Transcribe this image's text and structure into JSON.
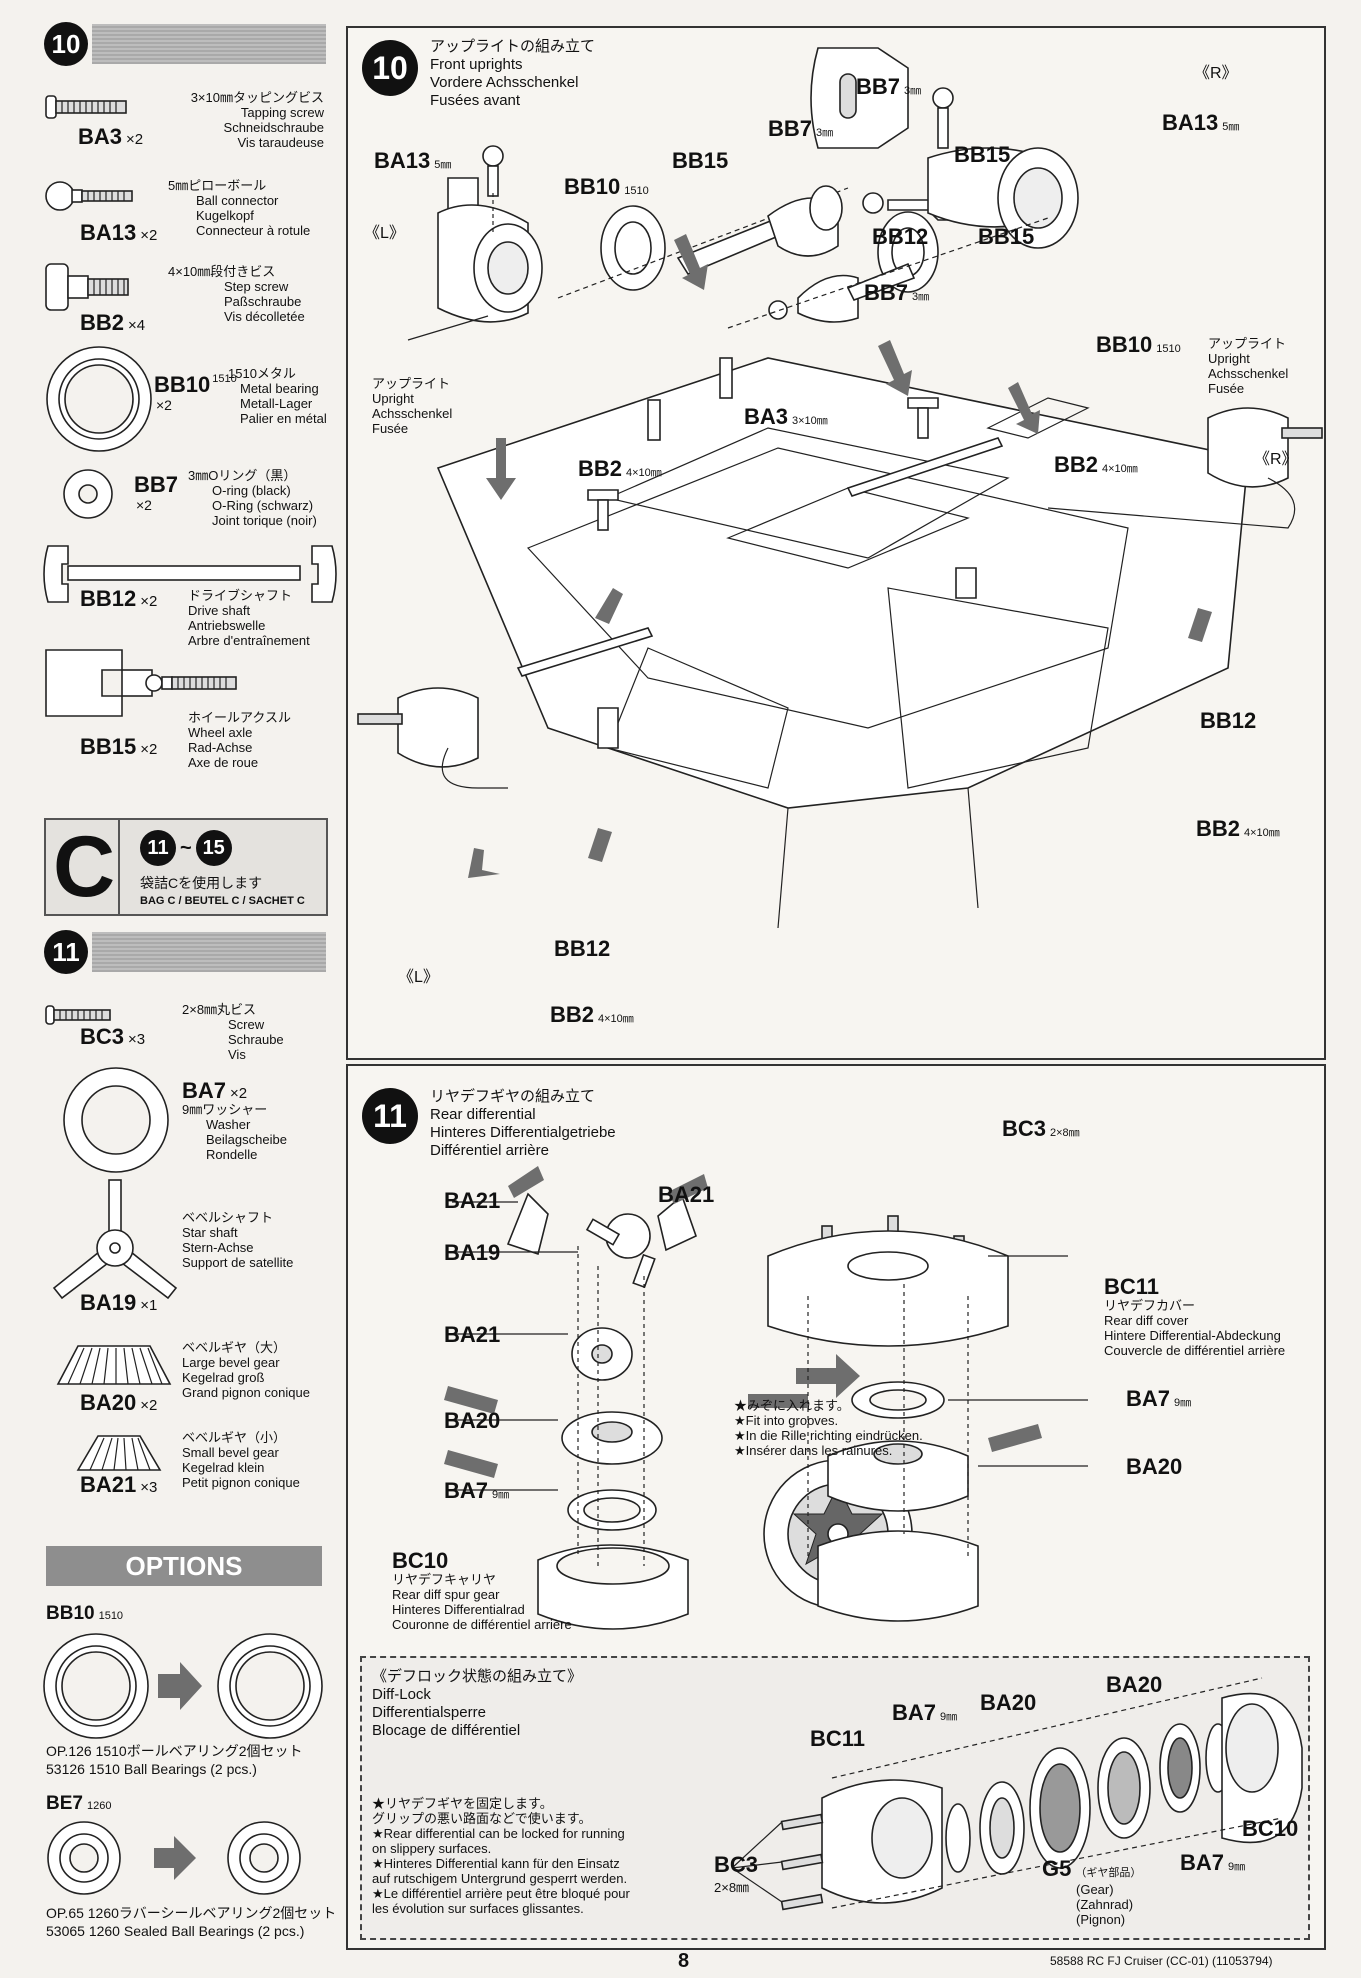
{
  "left": {
    "step10_num": "10",
    "step11_num": "11",
    "parts10": [
      {
        "code": "BA3",
        "count": "×2",
        "desc": [
          "3×10㎜タッピングビス",
          "Tapping screw",
          "Schneidschraube",
          "Vis taraudeuse"
        ]
      },
      {
        "code": "BA13",
        "count": "×2",
        "desc": [
          "5㎜ピローボール",
          "Ball connector",
          "Kugelkopf",
          "Connecteur à rotule"
        ]
      },
      {
        "code": "BB2",
        "count": "×4",
        "desc": [
          "4×10㎜段付きビス",
          "Step screw",
          "Paßschraube",
          "Vis décolletée"
        ]
      },
      {
        "code": "BB10",
        "code_sup": "1510",
        "count": "×2",
        "desc": [
          "1510メタル",
          "Metal bearing",
          "Metall-Lager",
          "Palier en métal"
        ]
      },
      {
        "code": "BB7",
        "count": "×2",
        "desc": [
          "3㎜Oリング（黒）",
          "O-ring (black)",
          "O-Ring (schwarz)",
          "Joint torique (noir)"
        ]
      },
      {
        "code": "BB12",
        "count": "×2",
        "desc": [
          "ドライブシャフト",
          "Drive shaft",
          "Antriebswelle",
          "Arbre d'entraînement"
        ]
      },
      {
        "code": "BB15",
        "count": "×2",
        "desc": [
          "ホイールアクスル",
          "Wheel axle",
          "Rad-Achse",
          "Axe de roue"
        ]
      }
    ],
    "bag": {
      "letter": "C",
      "range_from": "11",
      "range_sep": "~",
      "range_to": "15",
      "jp": "袋詰Cを使用します",
      "en": "BAG C / BEUTEL C / SACHET C"
    },
    "parts11": [
      {
        "code": "BC3",
        "count": "×3",
        "desc": [
          "2×8㎜丸ビス",
          "Screw",
          "Schraube",
          "Vis"
        ]
      },
      {
        "code": "BA7",
        "count": "×2",
        "desc": [
          "9㎜ワッシャー",
          "Washer",
          "Beilagscheibe",
          "Rondelle"
        ]
      },
      {
        "code": "BA19",
        "count": "×1",
        "desc": [
          "ベベルシャフト",
          "Star shaft",
          "Stern-Achse",
          "Support de satellite"
        ]
      },
      {
        "code": "BA20",
        "count": "×2",
        "desc": [
          "ベベルギヤ（大）",
          "Large bevel gear",
          "Kegelrad groß",
          "Grand pignon conique"
        ]
      },
      {
        "code": "BA21",
        "count": "×3",
        "desc": [
          "ベベルギヤ（小）",
          "Small bevel gear",
          "Kegelrad klein",
          "Petit pignon conique"
        ]
      }
    ],
    "options": {
      "title": "OPTIONS",
      "items": [
        {
          "code": "BB10",
          "code_sub": "1510",
          "jp": "OP.126 1510ボールベアリング2個セット",
          "en": "53126 1510 Ball Bearings (2 pcs.)"
        },
        {
          "code": "BE7",
          "code_sub": "1260",
          "jp": "OP.65 1260ラバーシールベアリング2個セット",
          "en": "53065 1260 Sealed Ball Bearings (2 pcs.)"
        }
      ]
    }
  },
  "step10": {
    "num": "10",
    "title": [
      "アップライトの組み立て",
      "Front uprights",
      "Vordere Achsschenkel",
      "Fusées avant"
    ],
    "L": "《L》",
    "R": "《R》",
    "upright_label": [
      "アップライト",
      "Upright",
      "Achsschenkel",
      "Fusée"
    ],
    "labels": {
      "BB7a": "BB7",
      "BB7a_s": "3㎜",
      "BB7b": "BB7",
      "BB7b_s": "3㎜",
      "BB7c": "BB7",
      "BB7c_s": "3㎜",
      "BB15a": "BB15",
      "BB15b": "BB15",
      "BB15c": "BB15",
      "BA13a": "BA13",
      "BA13a_s": "5㎜",
      "BA13b": "BA13",
      "BA13b_s": "5㎜",
      "BB10a": "BB10",
      "BB10a_s": "1510",
      "BB10b": "BB10",
      "BB10b_s": "1510",
      "BB12a": "BB12",
      "BB12b": "BB12",
      "BB12c": "BB12",
      "BA3": "BA3",
      "BA3_s": "3×10㎜",
      "BB2a": "BB2",
      "BB2a_s": "4×10㎜",
      "BB2b": "BB2",
      "BB2b_s": "4×10㎜",
      "BB2c": "BB2",
      "BB2c_s": "4×10㎜",
      "BB2d": "BB2",
      "BB2d_s": "4×10㎜"
    }
  },
  "step11": {
    "num": "11",
    "title": [
      "リヤデフギヤの組み立て",
      "Rear differential",
      "Hinteres Differentialgetriebe",
      "Différentiel arrière"
    ],
    "labels": {
      "BA21a": "BA21",
      "BA21b": "BA21",
      "BA21c": "BA21",
      "BA19": "BA19",
      "BA20a": "BA20",
      "BA20b": "BA20",
      "BA7a": "BA7",
      "BA7a_s": "9㎜",
      "BA7b": "BA7",
      "BA7b_s": "9㎜",
      "BC3": "BC3",
      "BC3_s": "2×8㎜",
      "BC11": "BC11"
    },
    "bc10": [
      "BC10",
      "リヤデフキャリヤ",
      "Rear diff spur gear",
      "Hinteres Differentialrad",
      "Couronne de différentiel arrière"
    ],
    "bc11": [
      "リヤデフカバー",
      "Rear diff cover",
      "Hintere Differential-Abdeckung",
      "Couvercle de différentiel arrière"
    ],
    "grooves": [
      "★みぞに入れます。",
      "★Fit into grooves.",
      "★In die Rille richting eindrücken.",
      "★Insérer dans les rainures."
    ]
  },
  "difflock": {
    "title": [
      "《デフロック状態の組み立て》",
      "Diff-Lock",
      "Differentialsperre",
      "Blocage de différentiel"
    ],
    "notes": [
      "★リヤデフギヤを固定します。",
      "グリップの悪い路面などで使います。",
      "★Rear differential can be locked for running",
      "on slippery surfaces.",
      "★Hinteres Differential kann für den Einsatz",
      "auf rutschigem Untergrund gesperrt werden.",
      "★Le différentiel arrière peut être bloqué pour",
      "les évolution sur surfaces glissantes."
    ],
    "labels": {
      "BA20a": "BA20",
      "BA20b": "BA20",
      "BA7a": "BA7",
      "BA7a_s": "9㎜",
      "BA7b": "BA7",
      "BA7b_s": "9㎜",
      "BC11": "BC11",
      "BC10": "BC10",
      "BC3": "BC3",
      "BC3_s": "2×8㎜",
      "G5": "G5",
      "G5_s": "（ギヤ部品）"
    },
    "g5_desc": [
      "(Gear)",
      "(Zahnrad)",
      "(Pignon)"
    ]
  },
  "footer": {
    "page": "8",
    "ref": "58588 RC FJ Cruiser (CC-01) (11053794)"
  }
}
